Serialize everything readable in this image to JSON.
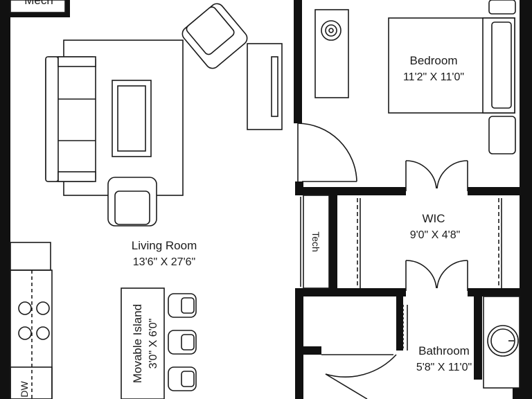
{
  "plan": {
    "wall_color": "#111111",
    "line_color": "#1a1a1a",
    "background": "#ffffff"
  },
  "rooms": {
    "mech": {
      "name": "Mech"
    },
    "living": {
      "name": "Living Room",
      "dims": "13'6\" X 27'6\""
    },
    "bedroom": {
      "name": "Bedroom",
      "dims": "11'2\" X 11'0\""
    },
    "wic": {
      "name": "WIC",
      "dims": "9'0\" X 4'8\""
    },
    "tech": {
      "name": "Tech"
    },
    "bathroom": {
      "name": "Bathroom",
      "dims": "5'8\" X 11'0\""
    }
  },
  "island": {
    "name": "Movable Island",
    "dims": "3'0\" X 6'0\""
  },
  "appliances": {
    "dishwasher": "DW"
  },
  "furniture_icons": [
    "sofa-icon",
    "coffee-table-icon",
    "armchair-icon",
    "tv-console-icon",
    "bed-icon",
    "nightstand-icon",
    "dresser-icon",
    "stove-icon",
    "bar-stool-icon",
    "sink-icon"
  ]
}
